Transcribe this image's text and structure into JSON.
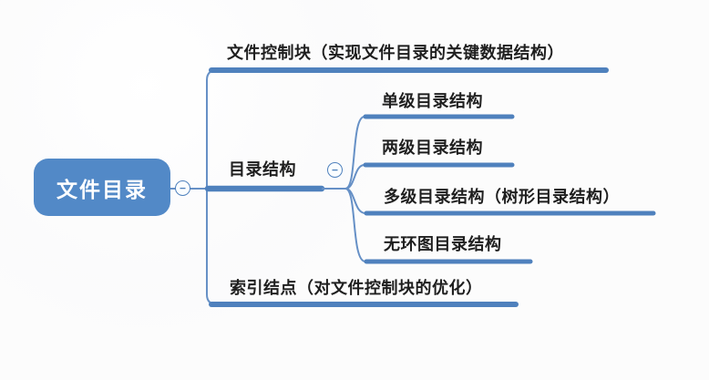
{
  "canvas": {
    "background": "#fcfcfc"
  },
  "colors": {
    "root_fill": "#5289c7",
    "root_text": "#ffffff",
    "branch_line": "#4f81bd",
    "connector": "#6690c6",
    "label_text": "#1f1f1f",
    "collapse_fill": "#fafdff",
    "collapse_border": "#4f81bd"
  },
  "icons": {
    "collapse": "−"
  },
  "root": {
    "label": "文件目录"
  },
  "branches": [
    {
      "label": "文件控制块（实现文件目录的关键数据结构）"
    },
    {
      "label": "目录结构",
      "children": [
        {
          "label": "单级目录结构"
        },
        {
          "label": "两级目录结构"
        },
        {
          "label": "多级目录结构（树形目录结构）"
        },
        {
          "label": "无环图目录结构"
        }
      ]
    },
    {
      "label": "索引结点（对文件控制块的优化）"
    }
  ]
}
